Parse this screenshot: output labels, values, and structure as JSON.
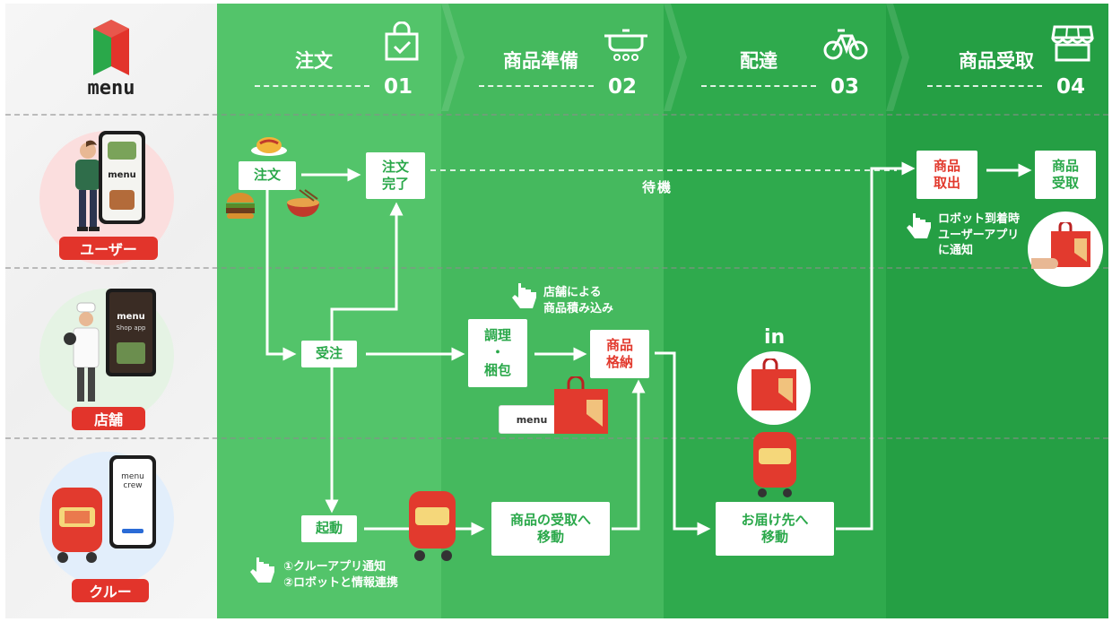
{
  "brand": {
    "logo_text": "menu",
    "accent": "#2aa84a",
    "red": "#e2342b"
  },
  "steps": [
    {
      "title": "注文",
      "num": "01",
      "icon": "shopping-bag-check-icon"
    },
    {
      "title": "商品準備",
      "num": "02",
      "icon": "cooking-pot-icon"
    },
    {
      "title": "配達",
      "num": "03",
      "icon": "bicycle-icon"
    },
    {
      "title": "商品受取",
      "num": "04",
      "icon": "storefront-icon"
    }
  ],
  "roles": {
    "user": "ユーザー",
    "store": "店舗",
    "crew": "クルー"
  },
  "nodes": {
    "order": "注文",
    "order_done": "注文\n完了",
    "wait": "待機",
    "pickup_item": "商品\n取出",
    "receive_item": "商品\n受取",
    "accept": "受注",
    "cook_pack": "調理\n・\n梱包",
    "store_item": "商品\n格納",
    "start": "起動",
    "move_pickup": "商品の受取へ\n移動",
    "move_dest": "お届け先へ\n移動"
  },
  "notes": {
    "robot_arrival": "ロボット到着時\nユーザーアプリ\nに通知",
    "store_loading": "店舗による\n商品積み込み",
    "crew_steps": "①クルーアプリ通知\n②ロボットと情報連携",
    "in_label": "in"
  },
  "device_text": {
    "tablet_logo": "menu",
    "tablet_sub": "Shop app",
    "phone_logo": "menu",
    "crew_logo": "menu\ncrew",
    "box_logo": "menu"
  }
}
